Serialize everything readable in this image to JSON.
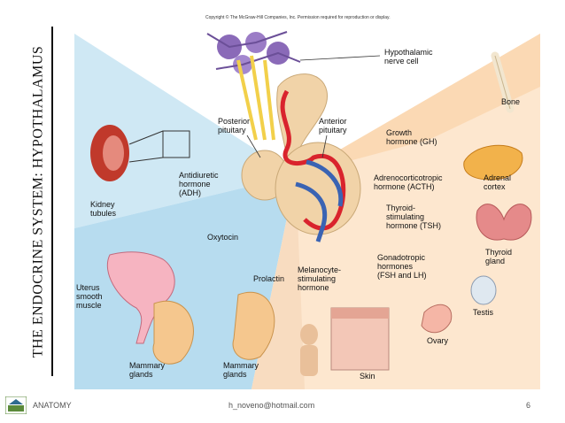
{
  "slide": {
    "side_title": "THE ENDOCRINE SYSTEM: HYPOTHALAMUS"
  },
  "figure": {
    "copyright": "Copyright © The McGraw-Hill Companies, Inc. Permission required for reproduction or display.",
    "labels": {
      "hypothalamic_nerve_cell": "Hypothalamic\nnerve cell",
      "posterior_pituitary": "Posterior\npituitary",
      "anterior_pituitary": "Anterior\npituitary",
      "bone": "Bone",
      "growth_hormone": "Growth\nhormone (GH)",
      "adrenal_cortex": "Adrenal\ncortex",
      "acth": "Adrenocorticotropic\nhormone (ACTH)",
      "tsh": "Thyroid-\nstimulating\nhormone (TSH)",
      "thyroid_gland": "Thyroid\ngland",
      "kidney_tubules": "Kidney\ntubules",
      "adh": "Antidiuretic\nhormone\n(ADH)",
      "oxytocin": "Oxytocin",
      "gonadotropic": "Gonadotropic\nhormones\n(FSH and LH)",
      "testis": "Testis",
      "uterus": "Uterus\nsmooth\nmuscle",
      "prolactin": "Prolactin",
      "msh": "Melanocyte-\nstimulating\nhormone",
      "ovary": "Ovary",
      "mammary_left": "Mammary\nglands",
      "mammary_right": "Mammary\nglands",
      "skin": "Skin"
    }
  },
  "footer": {
    "left": "ANATOMY",
    "email": "h_noveno@hotmail.com",
    "page": "6"
  }
}
